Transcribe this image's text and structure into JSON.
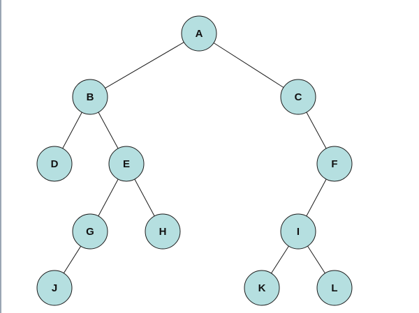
{
  "colors": {
    "node_fill": "#b5dfe0",
    "node_stroke": "#1a1a1a",
    "edge_stroke": "#1a1a1a",
    "background": "#ffffff"
  },
  "tree": {
    "nodes": [
      {
        "id": "A",
        "label": "A"
      },
      {
        "id": "B",
        "label": "B"
      },
      {
        "id": "C",
        "label": "C"
      },
      {
        "id": "D",
        "label": "D"
      },
      {
        "id": "E",
        "label": "E"
      },
      {
        "id": "F",
        "label": "F"
      },
      {
        "id": "G",
        "label": "G"
      },
      {
        "id": "H",
        "label": "H"
      },
      {
        "id": "I",
        "label": "I"
      },
      {
        "id": "J",
        "label": "J"
      },
      {
        "id": "K",
        "label": "K"
      },
      {
        "id": "L",
        "label": "L"
      }
    ],
    "edges": [
      {
        "from": "A",
        "to": "B"
      },
      {
        "from": "A",
        "to": "C"
      },
      {
        "from": "B",
        "to": "D"
      },
      {
        "from": "B",
        "to": "E"
      },
      {
        "from": "E",
        "to": "G"
      },
      {
        "from": "E",
        "to": "H"
      },
      {
        "from": "G",
        "to": "J"
      },
      {
        "from": "C",
        "to": "F"
      },
      {
        "from": "F",
        "to": "I"
      },
      {
        "from": "I",
        "to": "K"
      },
      {
        "from": "I",
        "to": "L"
      }
    ]
  }
}
